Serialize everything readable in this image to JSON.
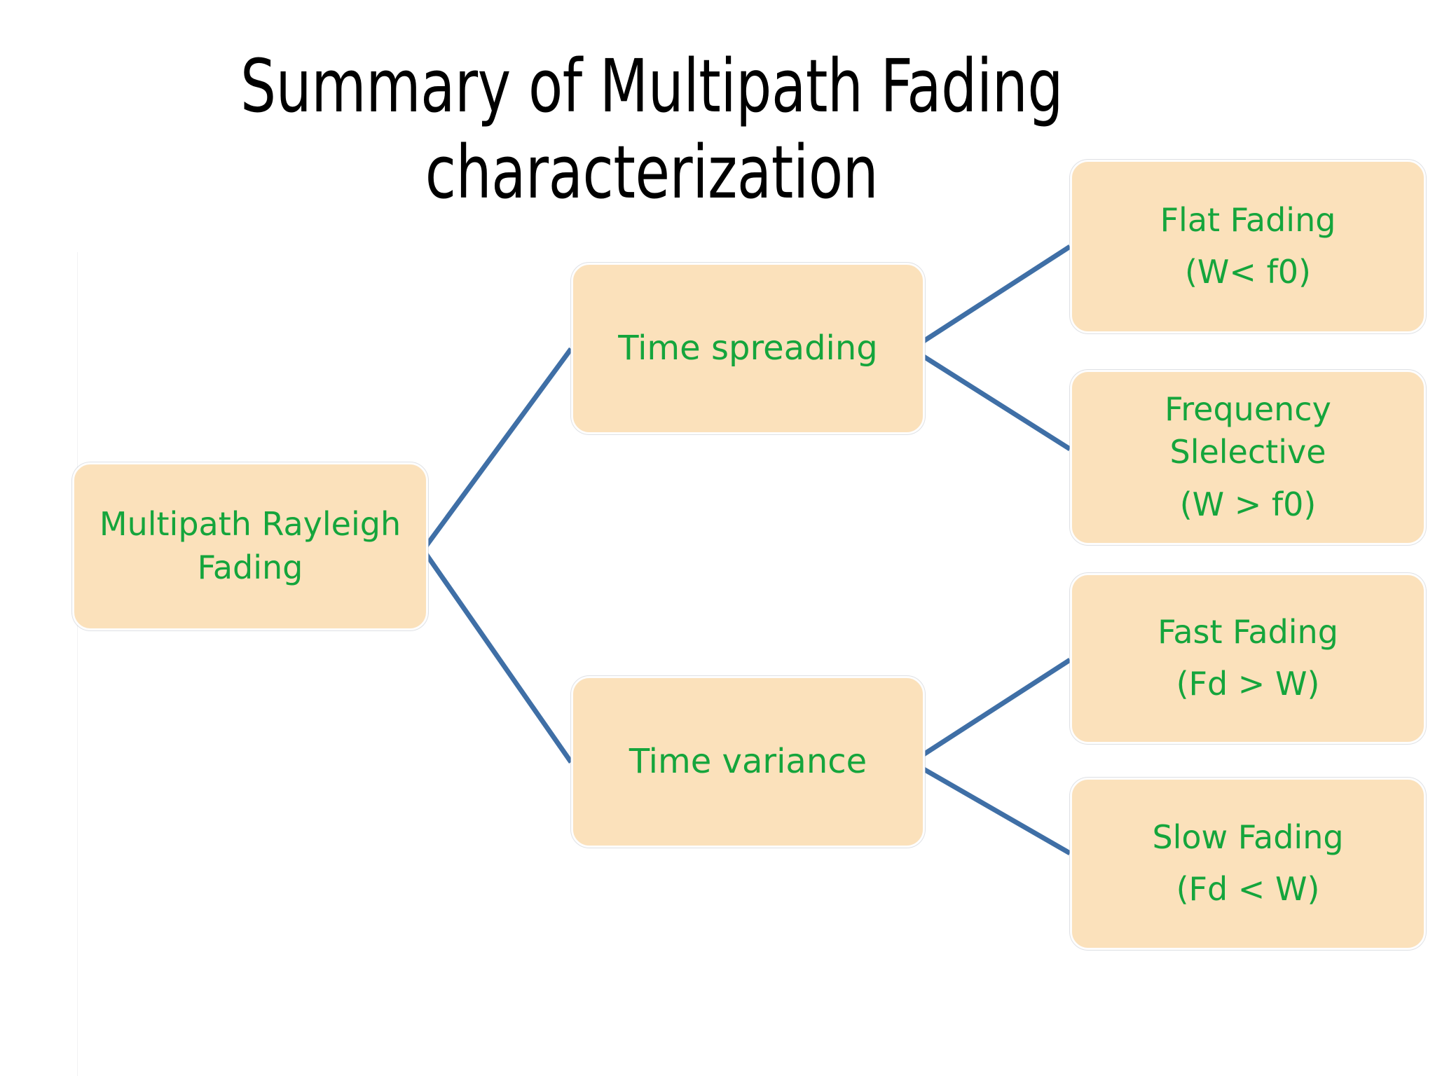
{
  "slide": {
    "title": "Summary of Multipath Fading\ncharacterization",
    "background_color": "#ffffff"
  },
  "theme": {
    "node_fill": "#fbe1bb",
    "node_border": "#fdfdfd",
    "node_text": "#15a53c",
    "connector": "#3f6fa6",
    "title_text": "#000000"
  },
  "diagram": {
    "type": "tree",
    "root": {
      "id": "multipath-rayleigh-fading",
      "lines": [
        "Multipath Rayleigh",
        "Fading"
      ]
    },
    "branches": [
      {
        "id": "time-spreading",
        "lines": [
          "Time spreading"
        ],
        "children": [
          {
            "id": "flat-fading",
            "lines": [
              "Flat Fading",
              "(W< f0)"
            ]
          },
          {
            "id": "frequency-slelective",
            "lines": [
              "Frequency",
              "Slelective",
              "(W > f0)"
            ]
          }
        ]
      },
      {
        "id": "time-variance",
        "lines": [
          "Time variance"
        ],
        "children": [
          {
            "id": "fast-fading",
            "lines": [
              "Fast Fading",
              "(Fd > W)"
            ]
          },
          {
            "id": "slow-fading",
            "lines": [
              "Slow Fading",
              "(Fd < W)"
            ]
          }
        ]
      }
    ]
  }
}
